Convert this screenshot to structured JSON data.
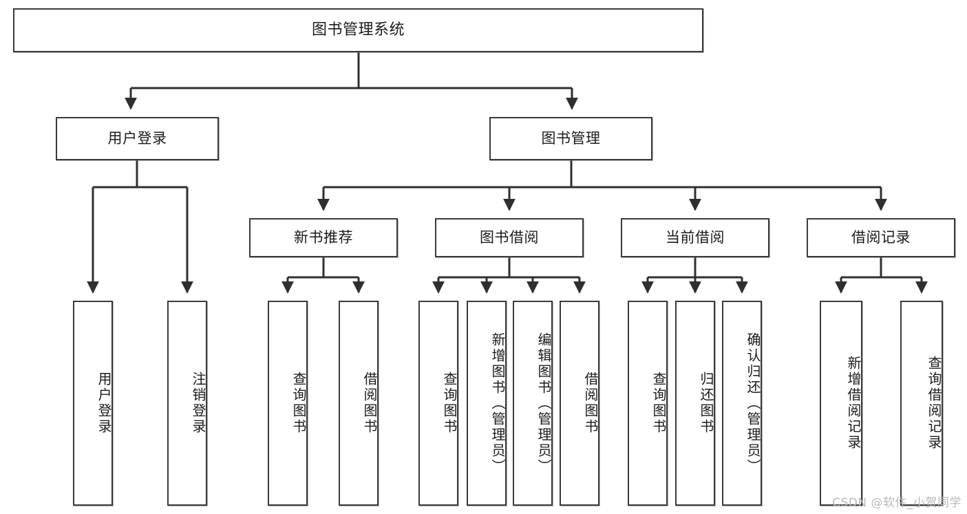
{
  "diagram": {
    "title": "图书管理系统",
    "type": "tree",
    "watermark": "CSDN @软件_小贺同学",
    "colors": {
      "node_border": "#3a3a3a",
      "node_fill": "#ffffff",
      "edge": "#2f2f2f",
      "text": "#1b1b1b",
      "watermark": "#b9b9b9"
    },
    "levels": {
      "root": {
        "label": "图书管理系统"
      },
      "level2": [
        {
          "label": "用户登录"
        },
        {
          "label": "图书管理"
        }
      ],
      "level3": [
        {
          "label": "新书推荐"
        },
        {
          "label": "图书借阅"
        },
        {
          "label": "当前借阅"
        },
        {
          "label": "借阅记录"
        }
      ],
      "leaves": {
        "user_login": [
          {
            "label": "用户登录"
          },
          {
            "label": "注销登录"
          }
        ],
        "new_book_recommend": [
          {
            "label": "查询图书"
          },
          {
            "label": "借阅图书"
          }
        ],
        "book_borrow": [
          {
            "label": "查询图书"
          },
          {
            "label": "新增图书（管理员）"
          },
          {
            "label": "编辑图书（管理员）"
          },
          {
            "label": "借阅图书"
          }
        ],
        "current_borrow": [
          {
            "label": "查询图书"
          },
          {
            "label": "归还图书"
          },
          {
            "label": "确认归还（管理员）"
          }
        ],
        "borrow_record": [
          {
            "label": "新增借阅记录"
          },
          {
            "label": "查询借阅记录"
          }
        ]
      }
    }
  }
}
